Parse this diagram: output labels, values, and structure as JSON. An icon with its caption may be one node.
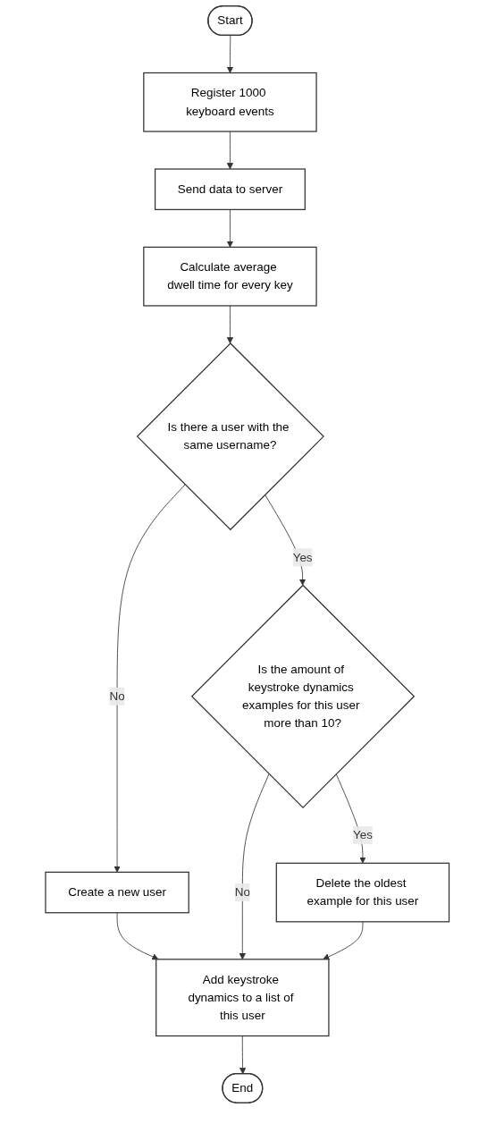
{
  "diagram": {
    "nodes": [
      {
        "text": [
          "Start"
        ]
      },
      {
        "text": [
          "Register 1000 keyboard events"
        ]
      },
      {
        "text": [
          "Send data to server"
        ]
      },
      {
        "text": [
          "Calculate average dwell time for every key"
        ]
      },
      {
        "text": [
          "Is there a user with the same username?"
        ]
      },
      {
        "text": [
          "Create a new user"
        ]
      },
      {
        "text": [
          "Is the amount of keystroke dynamics examples for this user more than 10?"
        ]
      },
      {
        "text": [
          "Add keystroke dynamics to a list of this user"
        ]
      },
      {
        "text": [
          "Delete the oldest example for this user"
        ]
      },
      {
        "text": [
          "End"
        ]
      }
    ],
    "edges": [
      {
        "from": 0,
        "to": 1,
        "arrow": "to"
      },
      {
        "from": 1,
        "to": 2,
        "arrow": "to"
      },
      {
        "from": 2,
        "to": 3,
        "arrow": "to"
      },
      {
        "from": 3,
        "to": 4,
        "arrow": "to"
      },
      {
        "from": 4,
        "to": 5,
        "arrow": "to",
        "label": "No"
      },
      {
        "from": 4,
        "to": 6,
        "arrow": "to",
        "label": "Yes"
      },
      {
        "from": 5,
        "to": 7,
        "arrow": "to"
      },
      {
        "from": 6,
        "to": 7,
        "arrow": "to",
        "label": "No"
      },
      {
        "from": 6,
        "to": 8,
        "arrow": "to",
        "label": "Yes"
      },
      {
        "from": 8,
        "to": 7,
        "arrow": "to"
      },
      {
        "from": 7,
        "to": 9,
        "arrow": "to"
      }
    ]
  }
}
